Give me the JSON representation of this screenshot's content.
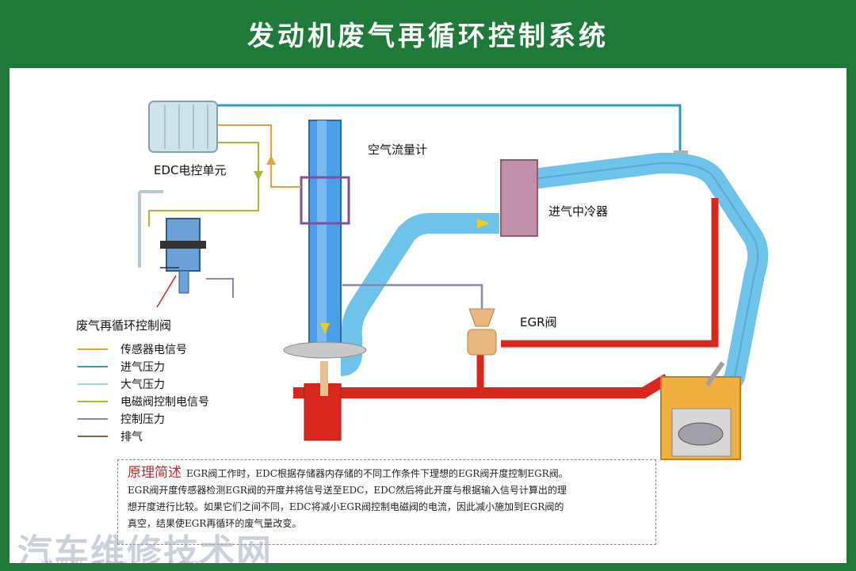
{
  "title": "发动机废气再循环控制系统",
  "labels": {
    "edc_unit": "EDC电控单元",
    "air_flow_meter": "空气流量计",
    "intercooler": "进气中冷器",
    "egr_valve": "EGR阀",
    "egr_control_valve": "废气再循环控制阀"
  },
  "legend": [
    {
      "label": "传感器电信号",
      "color": "#e8a040"
    },
    {
      "label": "进气压力",
      "color": "#2aa0b8"
    },
    {
      "label": "大气压力",
      "color": "#9fd8e8"
    },
    {
      "label": "电磁阀控制电信号",
      "color": "#a8b838"
    },
    {
      "label": "控制压力",
      "color": "#8888a8"
    },
    {
      "label": "排气",
      "color": "#8a6040"
    }
  ],
  "explanation": {
    "heading": "原理简述",
    "line1": "EGR阀工作时，EDC根据存储器内存储的不同工作条件下理想的EGR阀开度控制EGR阀。",
    "line2": "EGR阀开度传感器检测EGR阀的开度并将信号送至EDC，EDC然后将此开度与根据输入信号计算出的理",
    "line3": "想开度进行比较。如果它们之间不同，EDC将减小EGR阀控制电磁阀的电流，因此减小施加到EGR阀的",
    "line4": "真空，结果使EGR再循环的废气量改变。"
  },
  "watermark": "汽车维修技术网",
  "watermark_url": "www.qcwxjs.com",
  "colors": {
    "frame_green": "#1f7a3a",
    "intake_blue": "#6ec3ea",
    "exhaust_red": "#d8281e",
    "signal_orange": "#e8a040",
    "signal_green": "#a8b838",
    "control_gray": "#8888a8"
  }
}
